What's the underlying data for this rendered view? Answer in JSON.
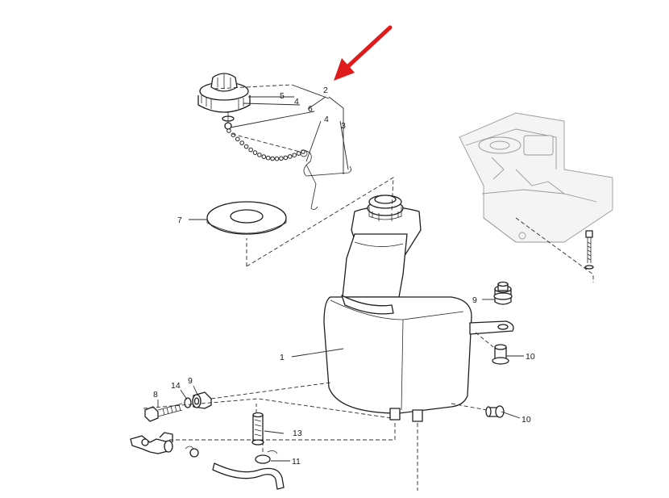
{
  "diagram": {
    "callouts": [
      "1",
      "2",
      "3",
      "4",
      "4",
      "5",
      "6",
      "7",
      "8",
      "9",
      "9",
      "10",
      "10",
      "11",
      "13",
      "14"
    ],
    "accent_arrow_color": "#e01b1b"
  }
}
